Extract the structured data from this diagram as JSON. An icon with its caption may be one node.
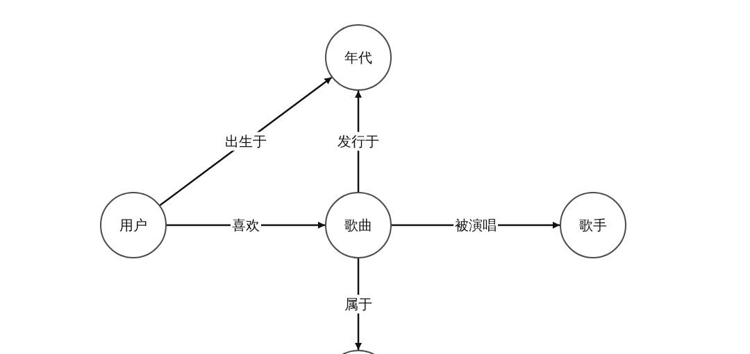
{
  "diagram": {
    "nodes": [
      {
        "text": [
          "年代"
        ]
      },
      {
        "text": [
          "用户"
        ]
      },
      {
        "text": [
          "歌曲"
        ]
      },
      {
        "text": [
          "歌手"
        ]
      },
      {
        "text": [],
        "shape": "circle"
      }
    ],
    "edges": [
      {
        "from": 1,
        "to": 0,
        "arrow": "to",
        "label": "出生于"
      },
      {
        "from": 2,
        "to": 0,
        "arrow": "to",
        "label": "发行于"
      },
      {
        "from": 1,
        "to": 2,
        "arrow": "to",
        "label": "喜欢"
      },
      {
        "from": 2,
        "to": 3,
        "arrow": "to",
        "label": "被演唱"
      },
      {
        "from": 2,
        "to": 4,
        "arrow": "to",
        "label": "属于"
      }
    ]
  }
}
